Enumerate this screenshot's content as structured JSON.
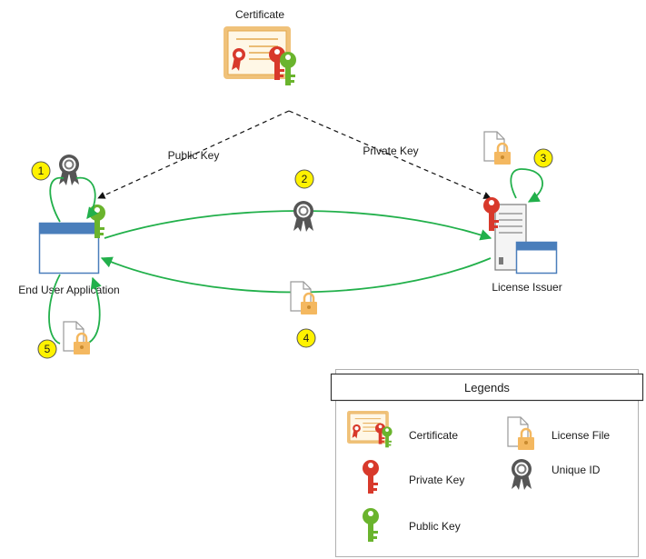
{
  "nodes": {
    "certificate": "Certificate",
    "end_user_app": "End User Application",
    "license_issuer": "License Issuer"
  },
  "edges": {
    "public_key": "Public Key",
    "private_key": "Private Key"
  },
  "steps": [
    "1",
    "2",
    "3",
    "4",
    "5"
  ],
  "legend": {
    "title": "Legends",
    "items": {
      "certificate": "Certificate",
      "license_file": "License File",
      "private_key": "Private Key",
      "unique_id": "Unique ID",
      "public_key": "Public Key"
    }
  },
  "colors": {
    "flow_arrow": "#22b04b",
    "dashed_arrow": "#111111",
    "step_badge": "#fff200",
    "private_key": "#d8392b",
    "public_key": "#6ab42d",
    "certificate": "#f0c27a",
    "window_title": "#4a7ebb",
    "lock": "#f4b860"
  }
}
